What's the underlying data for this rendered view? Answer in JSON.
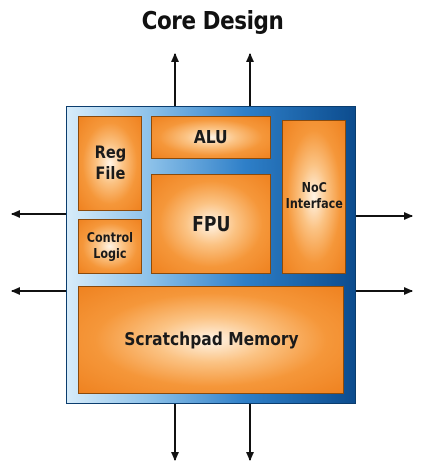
{
  "title": "Core Design",
  "blocks": {
    "reg_file": "Reg\nFile",
    "control_logic": "Control\nLogic",
    "alu": "ALU",
    "fpu": "FPU",
    "noc_interface": "NoC\nInterface",
    "scratchpad_memory": "Scratchpad Memory"
  },
  "colors": {
    "block_orange": "#f5973a",
    "chip_blue": "#2e7fc8",
    "chip_edge": "#0b3d6e",
    "arrow": "#111111"
  },
  "icons": {
    "arrows": "bidirectional-arrow-icon"
  }
}
